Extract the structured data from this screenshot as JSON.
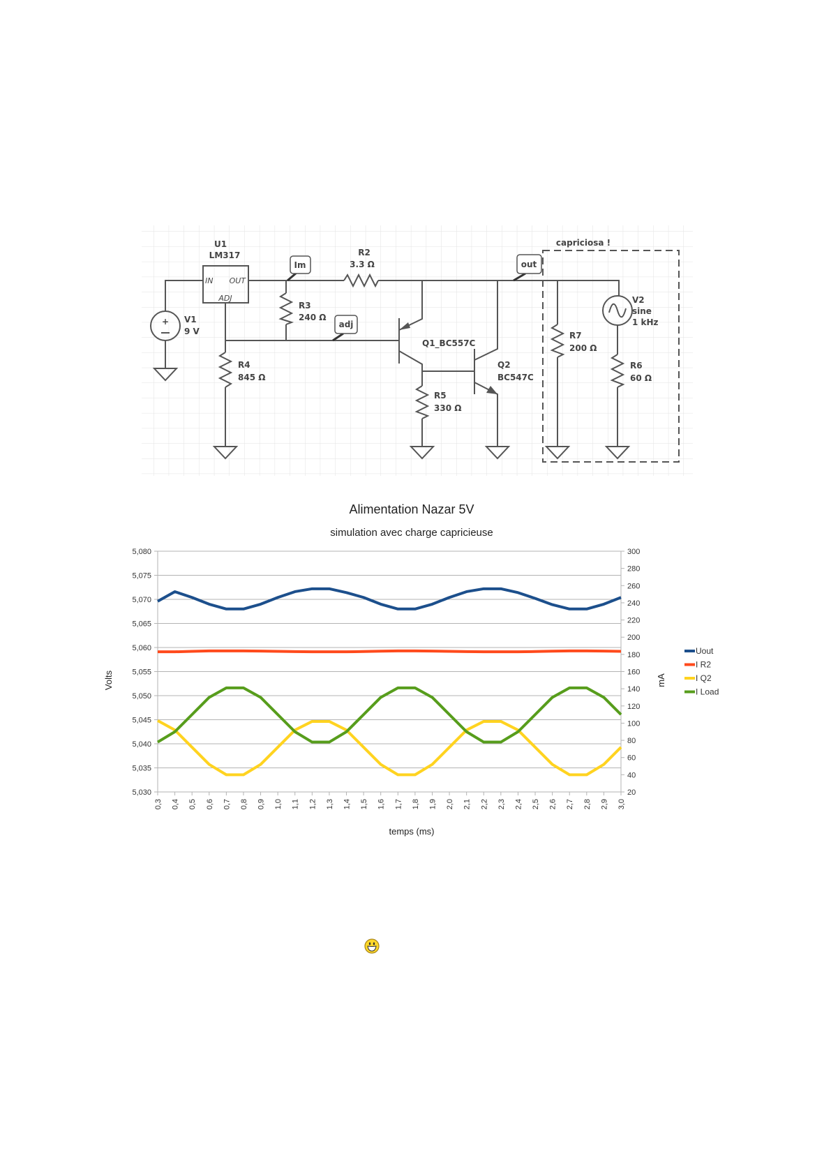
{
  "schematic": {
    "u1": {
      "name": "U1",
      "part": "LM317",
      "pin_in": "IN",
      "pin_out": "OUT",
      "pin_adj": "ADJ"
    },
    "v1": {
      "name": "V1",
      "value": "9 V"
    },
    "r2": {
      "name": "R2",
      "value": "3.3 Ω"
    },
    "r3": {
      "name": "R3",
      "value": "240 Ω"
    },
    "r4": {
      "name": "R4",
      "value": "845 Ω"
    },
    "r5": {
      "name": "R5",
      "value": "330 Ω"
    },
    "r6": {
      "name": "R6",
      "value": "60 Ω"
    },
    "r7": {
      "name": "R7",
      "value": "200 Ω"
    },
    "q1": {
      "name": "Q1_BC557C"
    },
    "q2": {
      "name": "Q2",
      "part": "BC547C"
    },
    "v2": {
      "name": "V2",
      "type": "sine",
      "freq": "1 kHz"
    },
    "net_labels": {
      "im": "Im",
      "adj": "adj",
      "out": "out"
    },
    "group_label": "capriciosa !"
  },
  "chart_data": {
    "type": "line",
    "title": "Alimentation Nazar 5V",
    "subtitle": "simulation avec charge capricieuse",
    "xlabel": "temps (ms)",
    "ylabel": "Volts",
    "ylabel_right": "mA",
    "ylim": [
      5.03,
      5.08
    ],
    "ylim_right": [
      20,
      300
    ],
    "yticks": [
      "5,030",
      "5,035",
      "5,040",
      "5,045",
      "5,050",
      "5,055",
      "5,060",
      "5,065",
      "5,070",
      "5,075",
      "5,080"
    ],
    "yticks_right": [
      "20",
      "40",
      "60",
      "80",
      "100",
      "120",
      "140",
      "160",
      "180",
      "200",
      "220",
      "240",
      "260",
      "280",
      "300"
    ],
    "x": [
      "0,3",
      "0,4",
      "0,5",
      "0,6",
      "0,7",
      "0,8",
      "0,9",
      "1,0",
      "1,1",
      "1,2",
      "1,3",
      "1,4",
      "1,5",
      "1,6",
      "1,7",
      "1,8",
      "1,9",
      "2,0",
      "2,1",
      "2,2",
      "2,3",
      "2,4",
      "2,5",
      "2,6",
      "2,7",
      "2,8",
      "2,9",
      "3,0"
    ],
    "grid": true,
    "legend": "right",
    "series": [
      {
        "name": "Uout",
        "axis": "left",
        "color": "#1c4f8c",
        "values": [
          5.0696,
          5.0716,
          5.0704,
          5.069,
          5.068,
          5.068,
          5.069,
          5.0704,
          5.0716,
          5.0722,
          5.0722,
          5.0714,
          5.0704,
          5.069,
          5.068,
          5.068,
          5.069,
          5.0704,
          5.0716,
          5.0722,
          5.0722,
          5.0714,
          5.0702,
          5.0689,
          5.068,
          5.068,
          5.069,
          5.0704
        ]
      },
      {
        "name": "I R2",
        "axis": "right",
        "color": "#ff4a1c",
        "values": [
          183,
          183,
          183.5,
          184,
          184,
          184,
          183.8,
          183.5,
          183.2,
          183,
          183,
          183,
          183.3,
          183.7,
          184,
          184,
          183.8,
          183.5,
          183.2,
          183,
          183,
          183,
          183.3,
          183.7,
          184,
          184,
          183.8,
          183.5
        ]
      },
      {
        "name": "I Q2",
        "axis": "right",
        "color": "#ffd320",
        "values": [
          103,
          92,
          72,
          52,
          40,
          40,
          52,
          72,
          92,
          102,
          102,
          92,
          72,
          52,
          40,
          40,
          52,
          72,
          92,
          102,
          102,
          92,
          72,
          52,
          40,
          40,
          52,
          72
        ]
      },
      {
        "name": "I Load",
        "axis": "right",
        "color": "#579d1c",
        "values": [
          78,
          90,
          110,
          130,
          141,
          141,
          130,
          110,
          90,
          78,
          78,
          90,
          110,
          130,
          141,
          141,
          130,
          110,
          90,
          78,
          78,
          90,
          110,
          130,
          141,
          141,
          130,
          110
        ]
      }
    ]
  },
  "icons": {
    "emoji": "grinning-smiley-icon"
  }
}
